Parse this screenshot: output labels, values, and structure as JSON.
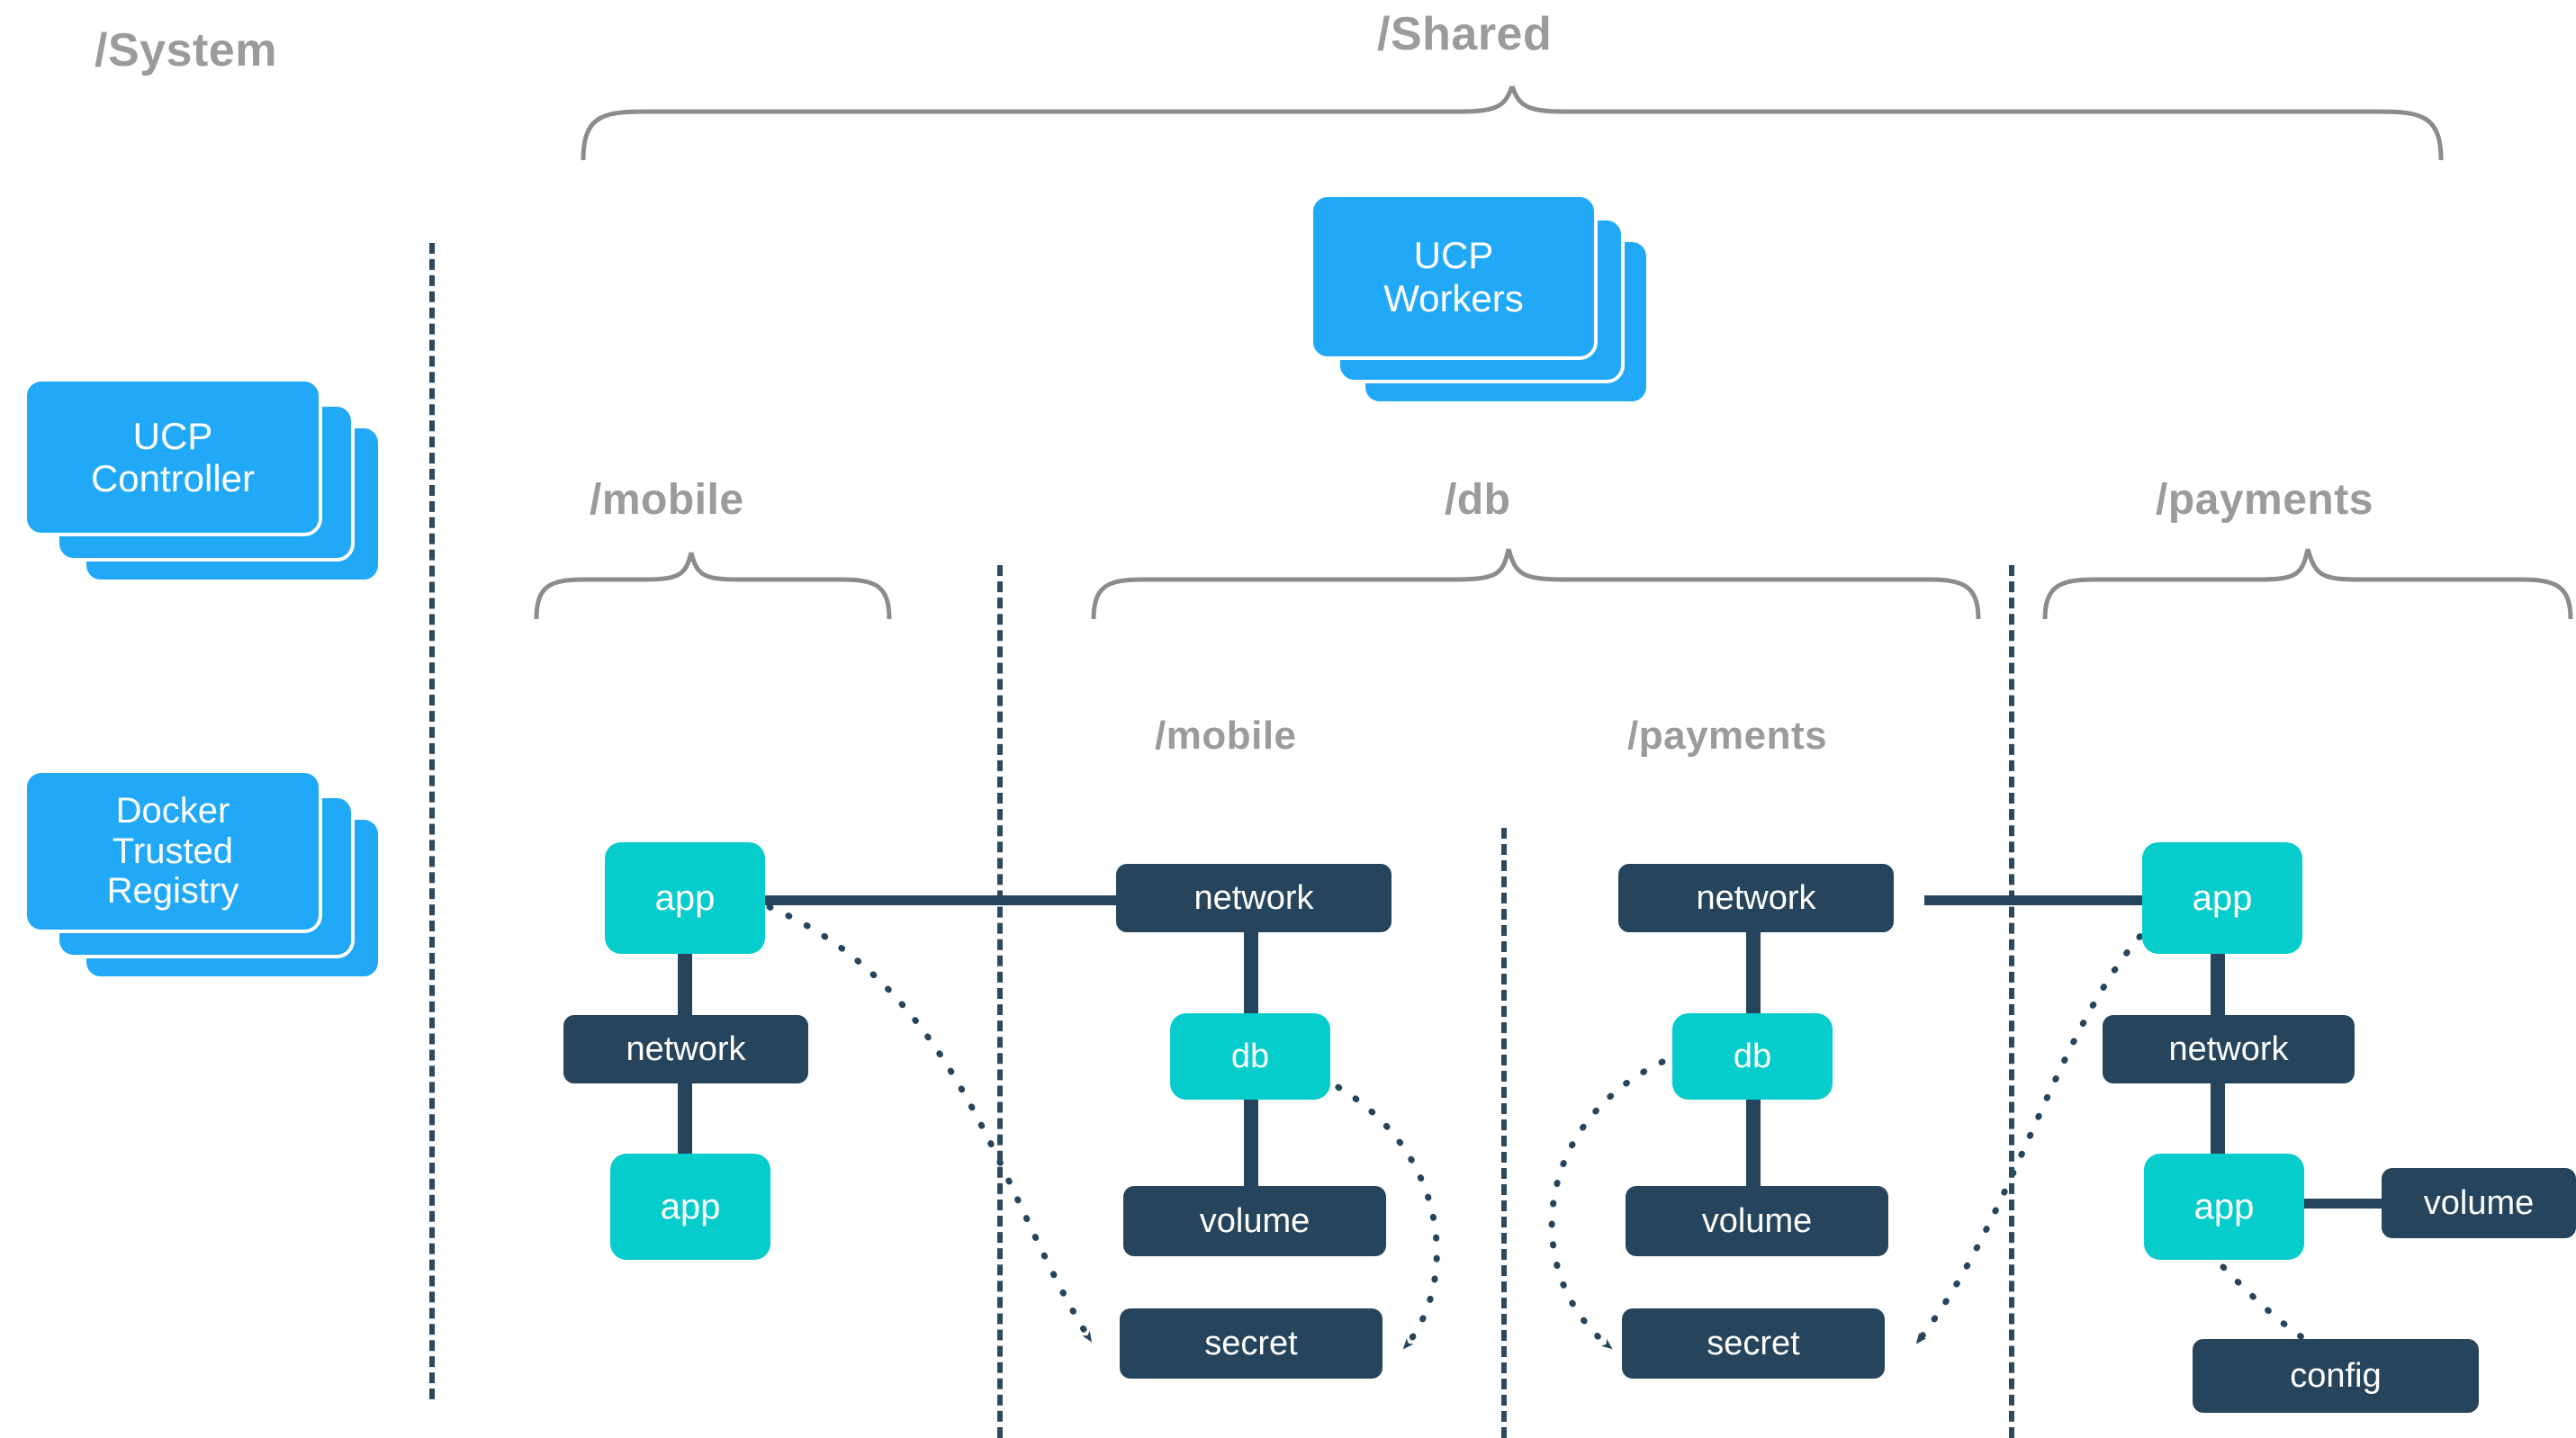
{
  "headers": {
    "system": "/System",
    "shared": "/Shared",
    "mobile_left": "/mobile",
    "db": "/db",
    "payments_right": "/payments",
    "db_mobile": "/mobile",
    "db_payments": "/payments"
  },
  "system_column": {
    "ucp_controller": "UCP\nController",
    "ucp_controller_line1": "UCP",
    "ucp_controller_line2": "Controller",
    "dtr_line1": "Docker",
    "dtr_line2": "Trusted",
    "dtr_line3": "Registry"
  },
  "shared_column": {
    "ucp_workers_line1": "UCP",
    "ucp_workers_line2": "Workers"
  },
  "nodes": {
    "mobile_left": [
      {
        "id": "m-app-top",
        "label": "app",
        "kind": "teal"
      },
      {
        "id": "m-network",
        "label": "network",
        "kind": "navy"
      },
      {
        "id": "m-app-bot",
        "label": "app",
        "kind": "teal"
      }
    ],
    "db_mobile": [
      {
        "id": "dbm-network",
        "label": "network",
        "kind": "navy"
      },
      {
        "id": "dbm-db",
        "label": "db",
        "kind": "teal"
      },
      {
        "id": "dbm-volume",
        "label": "volume",
        "kind": "navy"
      },
      {
        "id": "dbm-secret",
        "label": "secret",
        "kind": "navy"
      }
    ],
    "db_payments": [
      {
        "id": "dbp-network",
        "label": "network",
        "kind": "navy"
      },
      {
        "id": "dbp-db",
        "label": "db",
        "kind": "teal"
      },
      {
        "id": "dbp-volume",
        "label": "volume",
        "kind": "navy"
      },
      {
        "id": "dbp-secret",
        "label": "secret",
        "kind": "navy"
      }
    ],
    "payments_right": [
      {
        "id": "p-app-top",
        "label": "app",
        "kind": "teal"
      },
      {
        "id": "p-network",
        "label": "network",
        "kind": "navy"
      },
      {
        "id": "p-app-bot",
        "label": "app",
        "kind": "teal"
      },
      {
        "id": "p-volume",
        "label": "volume",
        "kind": "navy"
      },
      {
        "id": "p-config",
        "label": "config",
        "kind": "navy"
      }
    ]
  },
  "colors": {
    "teal": "#07cccc",
    "navy": "#26455c",
    "blue": "#21a8f7",
    "header_gray": "#9b9b9b",
    "brace_gray": "#8c8c8c",
    "background": "#ffffff"
  }
}
